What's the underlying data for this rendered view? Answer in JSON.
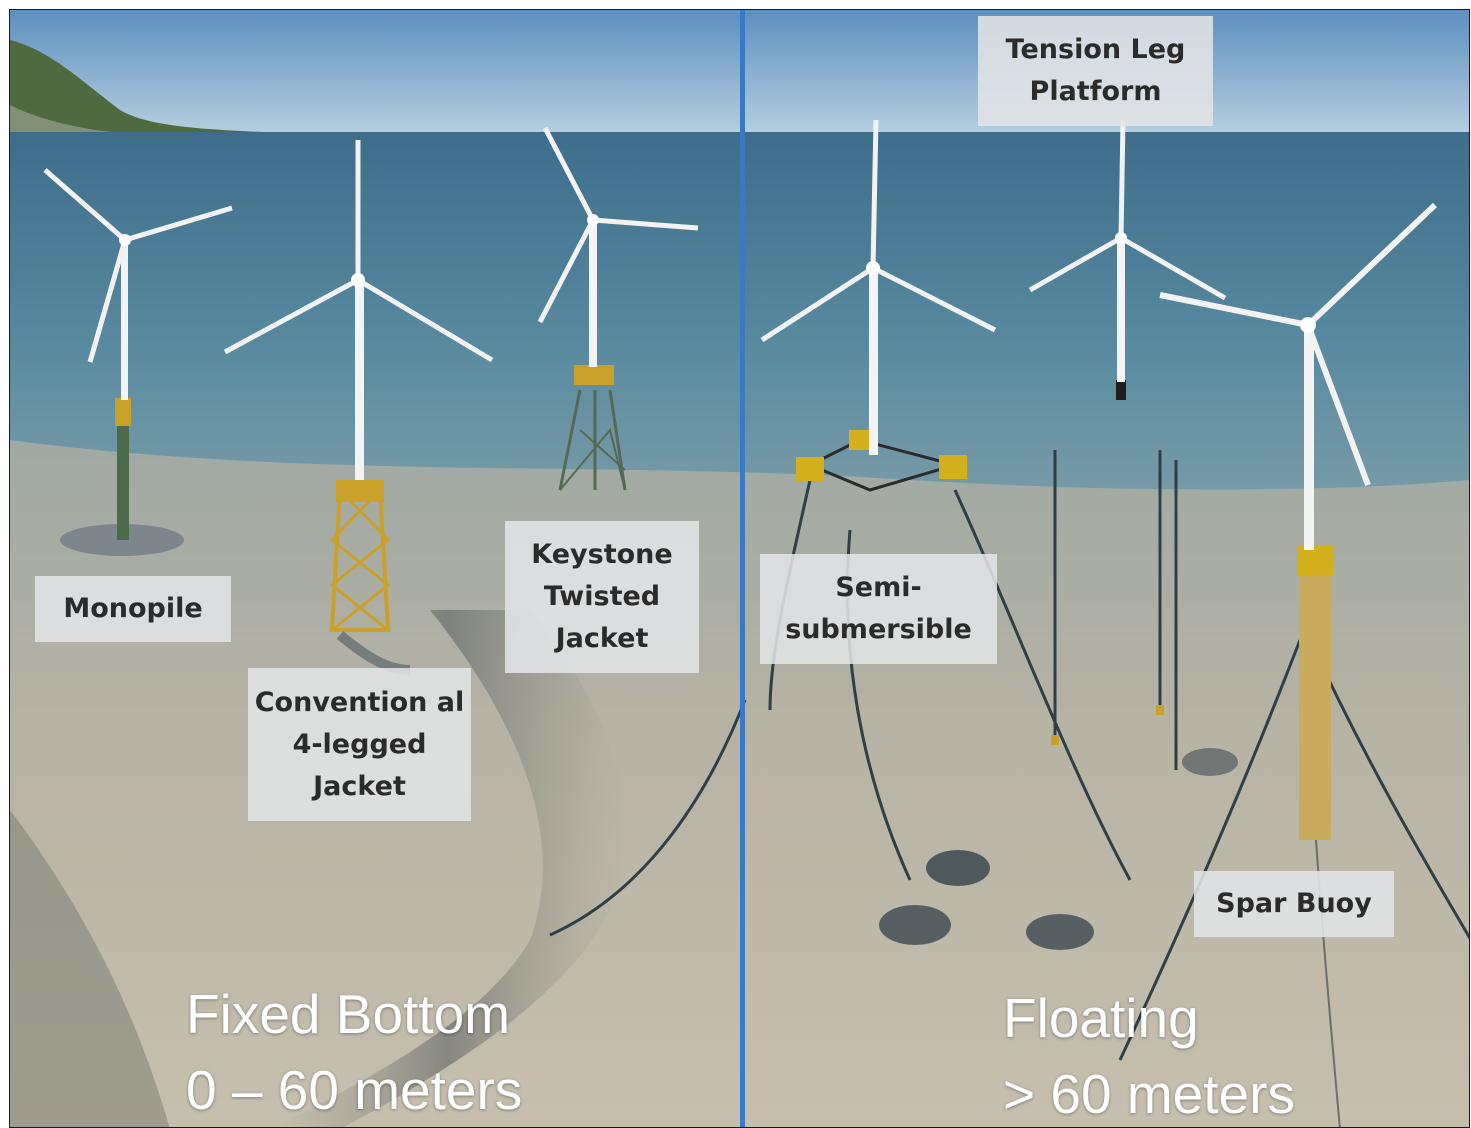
{
  "left_panel": {
    "labels": {
      "monopile": "Monopile",
      "conventional_jacket": "Convention al 4-legged Jacket",
      "keystone_jacket": "Keystone Twisted Jacket"
    },
    "caption_line1": "Fixed Bottom",
    "caption_line2": "0 – 60 meters"
  },
  "right_panel": {
    "labels": {
      "tension_leg": "Tension Leg Platform",
      "semi_submersible": "Semi- submersible",
      "spar_buoy": "Spar Buoy"
    },
    "caption_line1": "Floating",
    "caption_line2": "> 60 meters"
  },
  "colors": {
    "sky": "#7fa6c8",
    "sea": "#4f7e96",
    "seabed": "#b7b1a2",
    "divider": "#3a7ac4",
    "foundation_yellow": "#c9a12a"
  }
}
